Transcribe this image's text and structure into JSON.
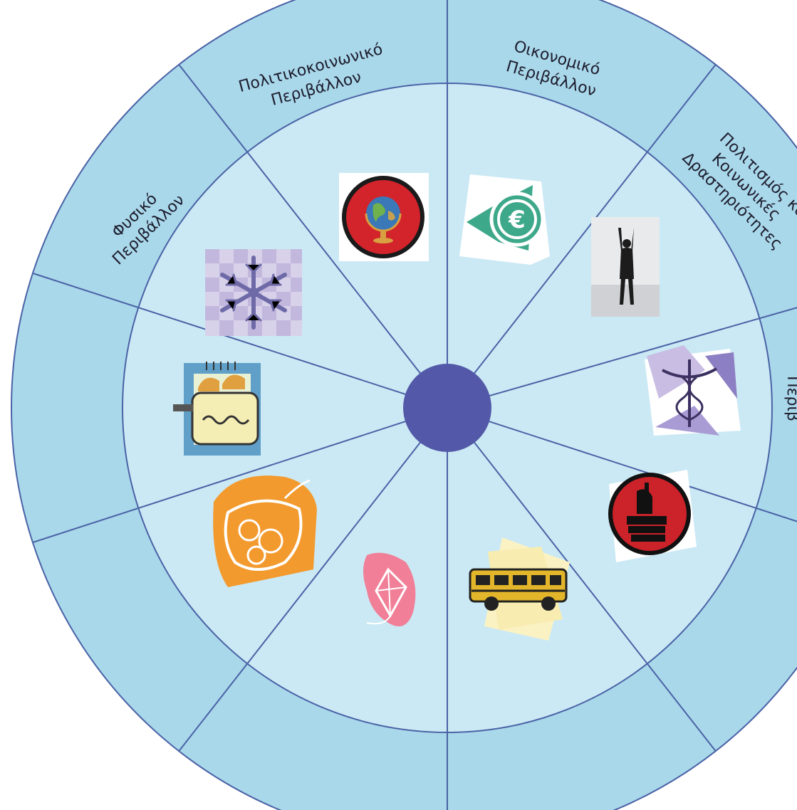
{
  "wheel": {
    "colors": {
      "outer_ring": "#a9d8ea",
      "middle_ring": "#cbe9f4",
      "inner_ring": "#d9f0f8",
      "lines": "#4a62a6",
      "hub": "#5359a8"
    },
    "segments": [
      {
        "id": "fysiko",
        "lines": [
          "Φυσικό",
          "Περιβάλλον"
        ]
      },
      {
        "id": "politikokoinoniko",
        "lines": [
          "Πολιτικοκοινωνικό",
          "Περιβάλλον"
        ]
      },
      {
        "id": "oikonomiko",
        "lines": [
          "Οικονομικό",
          "Περιβάλλον"
        ]
      },
      {
        "id": "politismos",
        "lines": [
          "Πολιτισμός και",
          "Κοινωνικές",
          "Δραστηριότητες"
        ]
      },
      {
        "id": "right-partial",
        "lines": [
          "Περιβ"
        ]
      }
    ],
    "icons": [
      {
        "id": "globe",
        "icon": "globe-icon"
      },
      {
        "id": "euro",
        "icon": "euro-icon"
      },
      {
        "id": "person",
        "icon": "person-raising-arms-icon"
      },
      {
        "id": "caduceus",
        "icon": "caduceus-icon"
      },
      {
        "id": "books",
        "icon": "books-icon"
      },
      {
        "id": "bus",
        "icon": "school-bus-icon"
      },
      {
        "id": "kite",
        "icon": "kite-icon"
      },
      {
        "id": "cornucopia",
        "icon": "cornucopia-icon"
      },
      {
        "id": "toaster",
        "icon": "toaster-icon"
      },
      {
        "id": "snowflake",
        "icon": "snowflake-icon"
      }
    ]
  }
}
